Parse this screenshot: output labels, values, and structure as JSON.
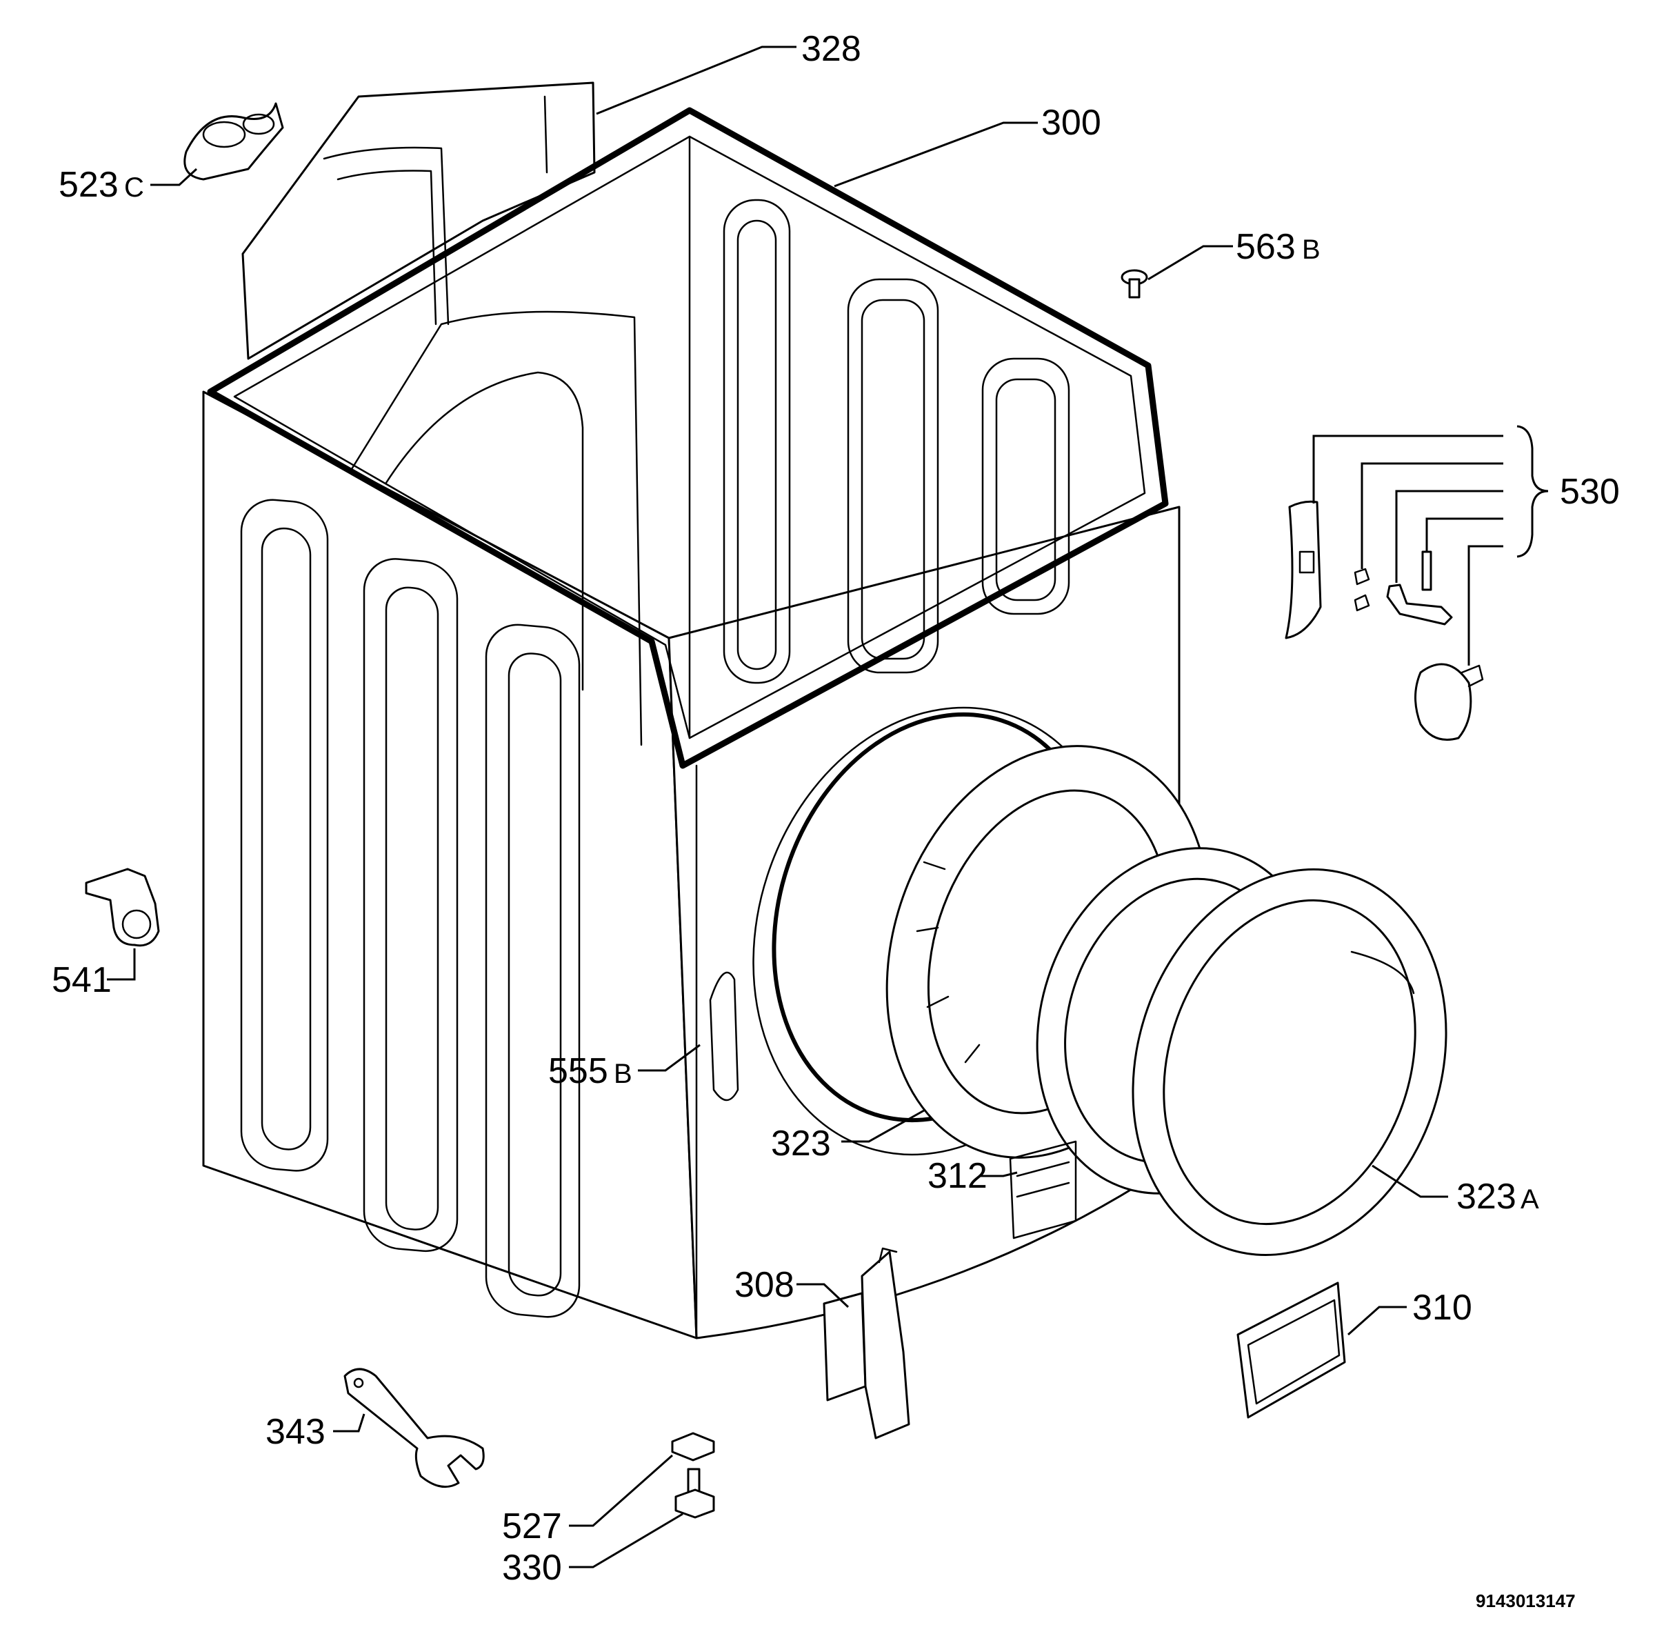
{
  "diagram": {
    "document_number": "9143013147",
    "callouts": [
      {
        "id": "328",
        "number": "328",
        "suffix": ""
      },
      {
        "id": "300",
        "number": "300",
        "suffix": ""
      },
      {
        "id": "523c",
        "number": "523",
        "suffix": "C"
      },
      {
        "id": "563b",
        "number": "563",
        "suffix": "B"
      },
      {
        "id": "530",
        "number": "530",
        "suffix": ""
      },
      {
        "id": "541",
        "number": "541",
        "suffix": ""
      },
      {
        "id": "555b",
        "number": "555",
        "suffix": "B"
      },
      {
        "id": "323",
        "number": "323",
        "suffix": ""
      },
      {
        "id": "312",
        "number": "312",
        "suffix": ""
      },
      {
        "id": "323a",
        "number": "323",
        "suffix": "A"
      },
      {
        "id": "308",
        "number": "308",
        "suffix": ""
      },
      {
        "id": "310",
        "number": "310",
        "suffix": ""
      },
      {
        "id": "343",
        "number": "343",
        "suffix": ""
      },
      {
        "id": "527",
        "number": "527",
        "suffix": ""
      },
      {
        "id": "330",
        "number": "330",
        "suffix": ""
      }
    ]
  }
}
